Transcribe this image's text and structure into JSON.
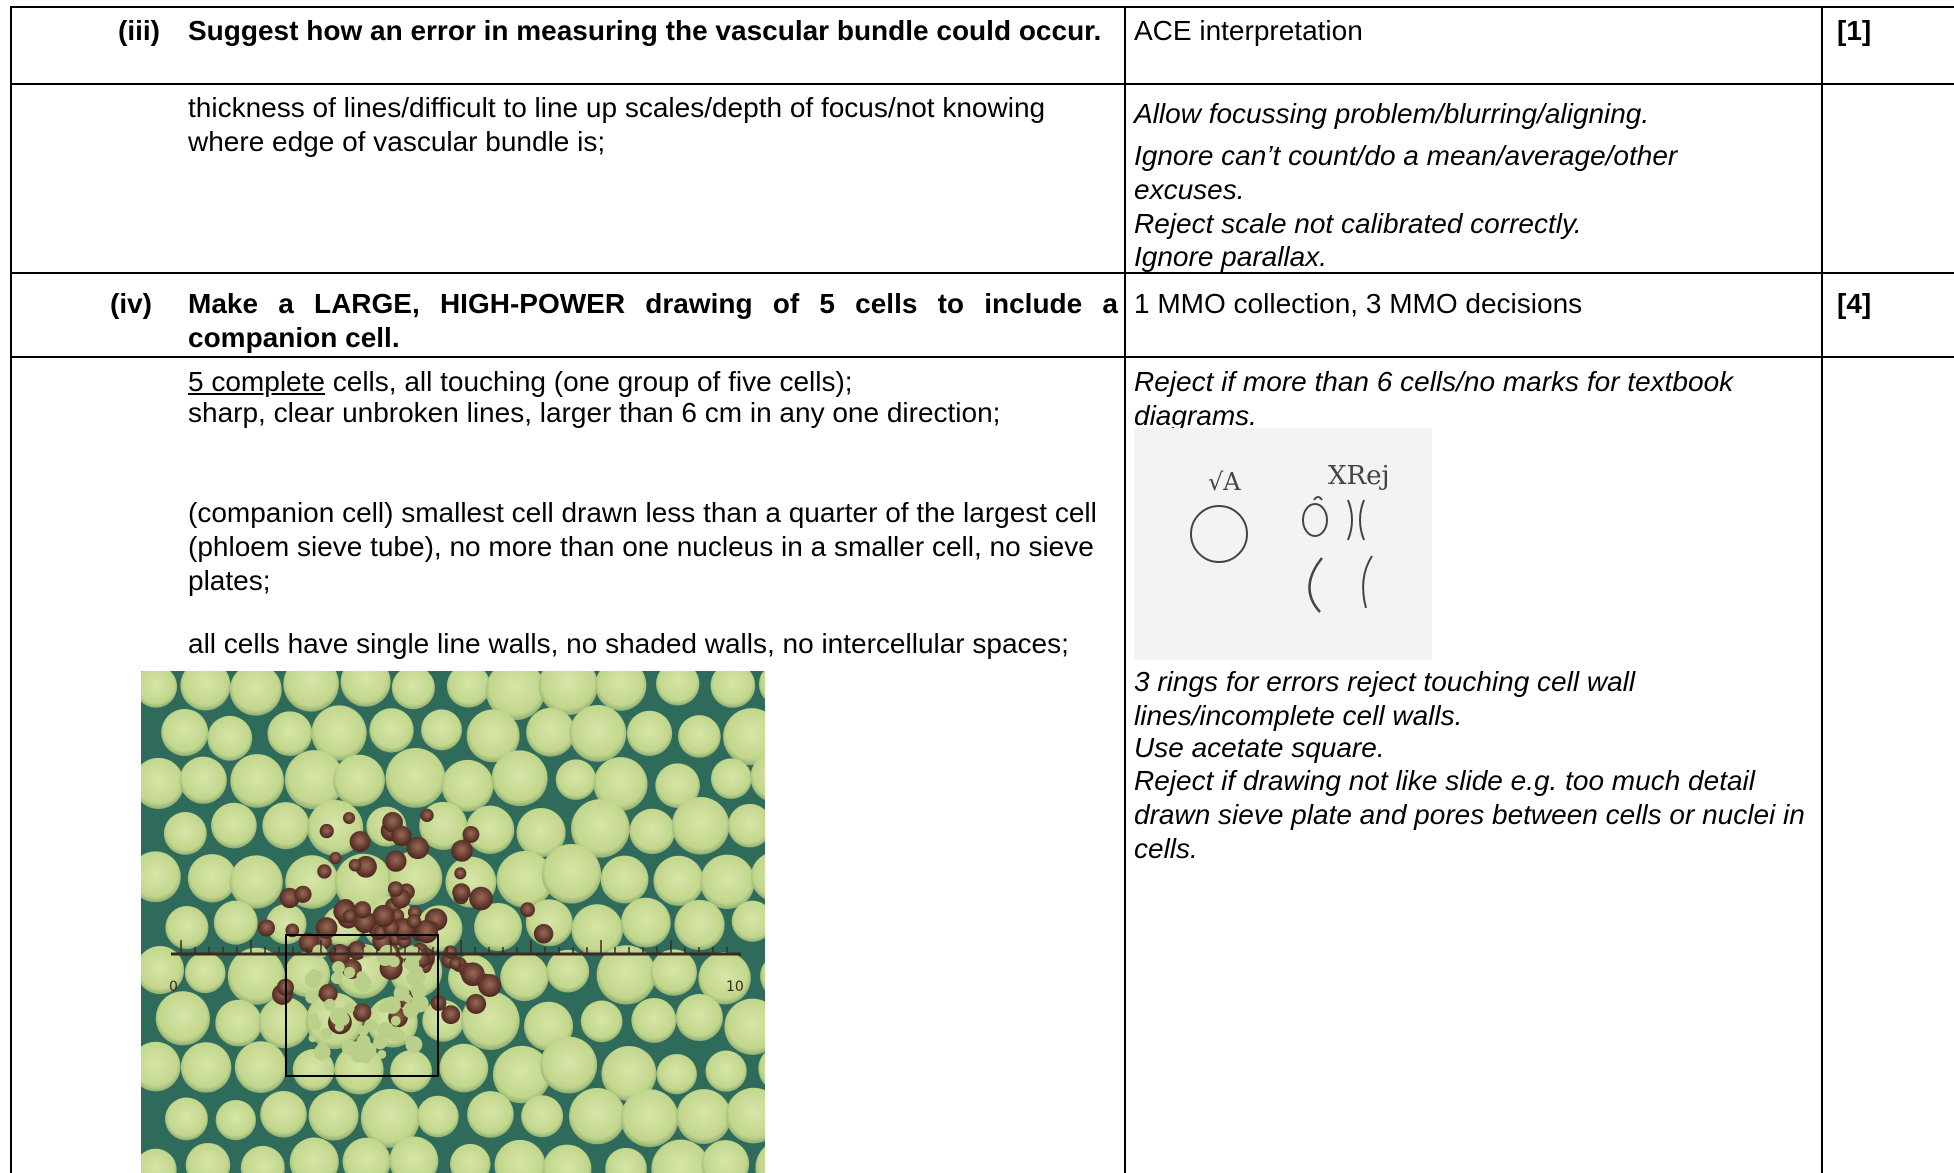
{
  "rows": [
    {
      "number": "(iii)",
      "question": "Suggest how an error in measuring the vascular bundle could occur.",
      "guidance": "ACE interpretation",
      "marks": "[1]"
    },
    {
      "answer": "thickness of lines/difficult to line up scales/depth of focus/not knowing where edge of vascular bundle is;",
      "notes": [
        "Allow focussing problem/blurring/aligning.",
        "Ignore can’t count/do a mean/average/other excuses.",
        "Reject scale not calibrated correctly.",
        "Ignore parallax."
      ]
    },
    {
      "number": "(iv)",
      "question": "Make a LARGE, HIGH-POWER drawing of 5 cells to include a companion cell.",
      "guidance": "1 MMO collection, 3 MMO decisions",
      "marks": "[4]"
    },
    {
      "answer_underlined": "5 complete",
      "answer_1_rest": " cells, all touching (one group of five cells);",
      "answer_2": "sharp, clear unbroken lines, larger than 6 cm in any one direction;",
      "answer_3": "(companion cell) smallest cell drawn less than a quarter of the largest cell (phloem sieve tube), no more than one nucleus in a smaller cell, no sieve plates;",
      "answer_4": "all cells have single line walls, no shaded walls, no intercellular spaces;",
      "note_top": "Reject if more than 6 cells/no marks for textbook diagrams.",
      "notes_bottom": [
        "3 rings for errors reject touching cell wall lines/incomplete cell walls.",
        "Use acetate square.",
        "Reject if drawing not like slide e.g. too much detail drawn sieve plate and pores between cells or nuclei in cells."
      ],
      "sketch_labels": {
        "accept": "√A",
        "reject": "XRej"
      },
      "scale_labels": [
        "0",
        "10"
      ]
    }
  ]
}
